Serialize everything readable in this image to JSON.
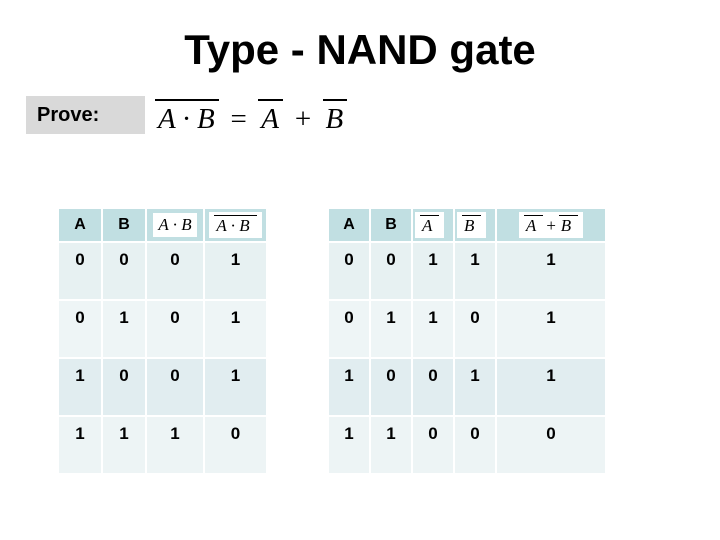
{
  "slide": {
    "title": "Type - NAND gate",
    "prove_label": "Prove:",
    "formula": {
      "tokens": [
        {
          "text": "A · B",
          "overline": true
        },
        {
          "text": "=",
          "overline": false
        },
        {
          "text": "A",
          "overline": true
        },
        {
          "text": "+",
          "overline": false
        },
        {
          "text": "B",
          "overline": true
        }
      ]
    }
  },
  "colors": {
    "header_teal": "#c1dfe2",
    "row_tint_1": "#e7f1f2",
    "row_tint_2": "#eef5f6",
    "row_tint_3": "#e1edf0",
    "row_tint_4": "#edf4f5",
    "prove_box_gray": "#d9d9d9",
    "text": "#000000",
    "background": "#ffffff"
  },
  "tables": [
    {
      "name": "nand-truth-table",
      "headers": [
        {
          "math": false,
          "tokens": [
            {
              "text": "A",
              "overline": false
            }
          ]
        },
        {
          "math": false,
          "tokens": [
            {
              "text": "B",
              "overline": false
            }
          ]
        },
        {
          "math": true,
          "tokens": [
            {
              "text": "A · B",
              "overline": false
            }
          ]
        },
        {
          "math": true,
          "tokens": [
            {
              "text": "A · B",
              "overline": true
            }
          ]
        }
      ],
      "rows": [
        [
          "0",
          "0",
          "0",
          "1"
        ],
        [
          "0",
          "1",
          "0",
          "1"
        ],
        [
          "1",
          "0",
          "0",
          "1"
        ],
        [
          "1",
          "1",
          "1",
          "0"
        ]
      ]
    },
    {
      "name": "demorgan-truth-table",
      "headers": [
        {
          "math": false,
          "tokens": [
            {
              "text": "A",
              "overline": false
            }
          ]
        },
        {
          "math": false,
          "tokens": [
            {
              "text": "B",
              "overline": false
            }
          ]
        },
        {
          "math": true,
          "tokens": [
            {
              "text": "A",
              "overline": true
            }
          ]
        },
        {
          "math": true,
          "tokens": [
            {
              "text": "B",
              "overline": true
            }
          ]
        },
        {
          "math": true,
          "tokens": [
            {
              "text": "A",
              "overline": true
            },
            {
              "text": "+",
              "overline": false
            },
            {
              "text": "B",
              "overline": true
            }
          ]
        }
      ],
      "rows": [
        [
          "0",
          "0",
          "1",
          "1",
          "1"
        ],
        [
          "0",
          "1",
          "1",
          "0",
          "1"
        ],
        [
          "1",
          "0",
          "0",
          "1",
          "1"
        ],
        [
          "1",
          "1",
          "0",
          "0",
          "0"
        ]
      ]
    }
  ]
}
